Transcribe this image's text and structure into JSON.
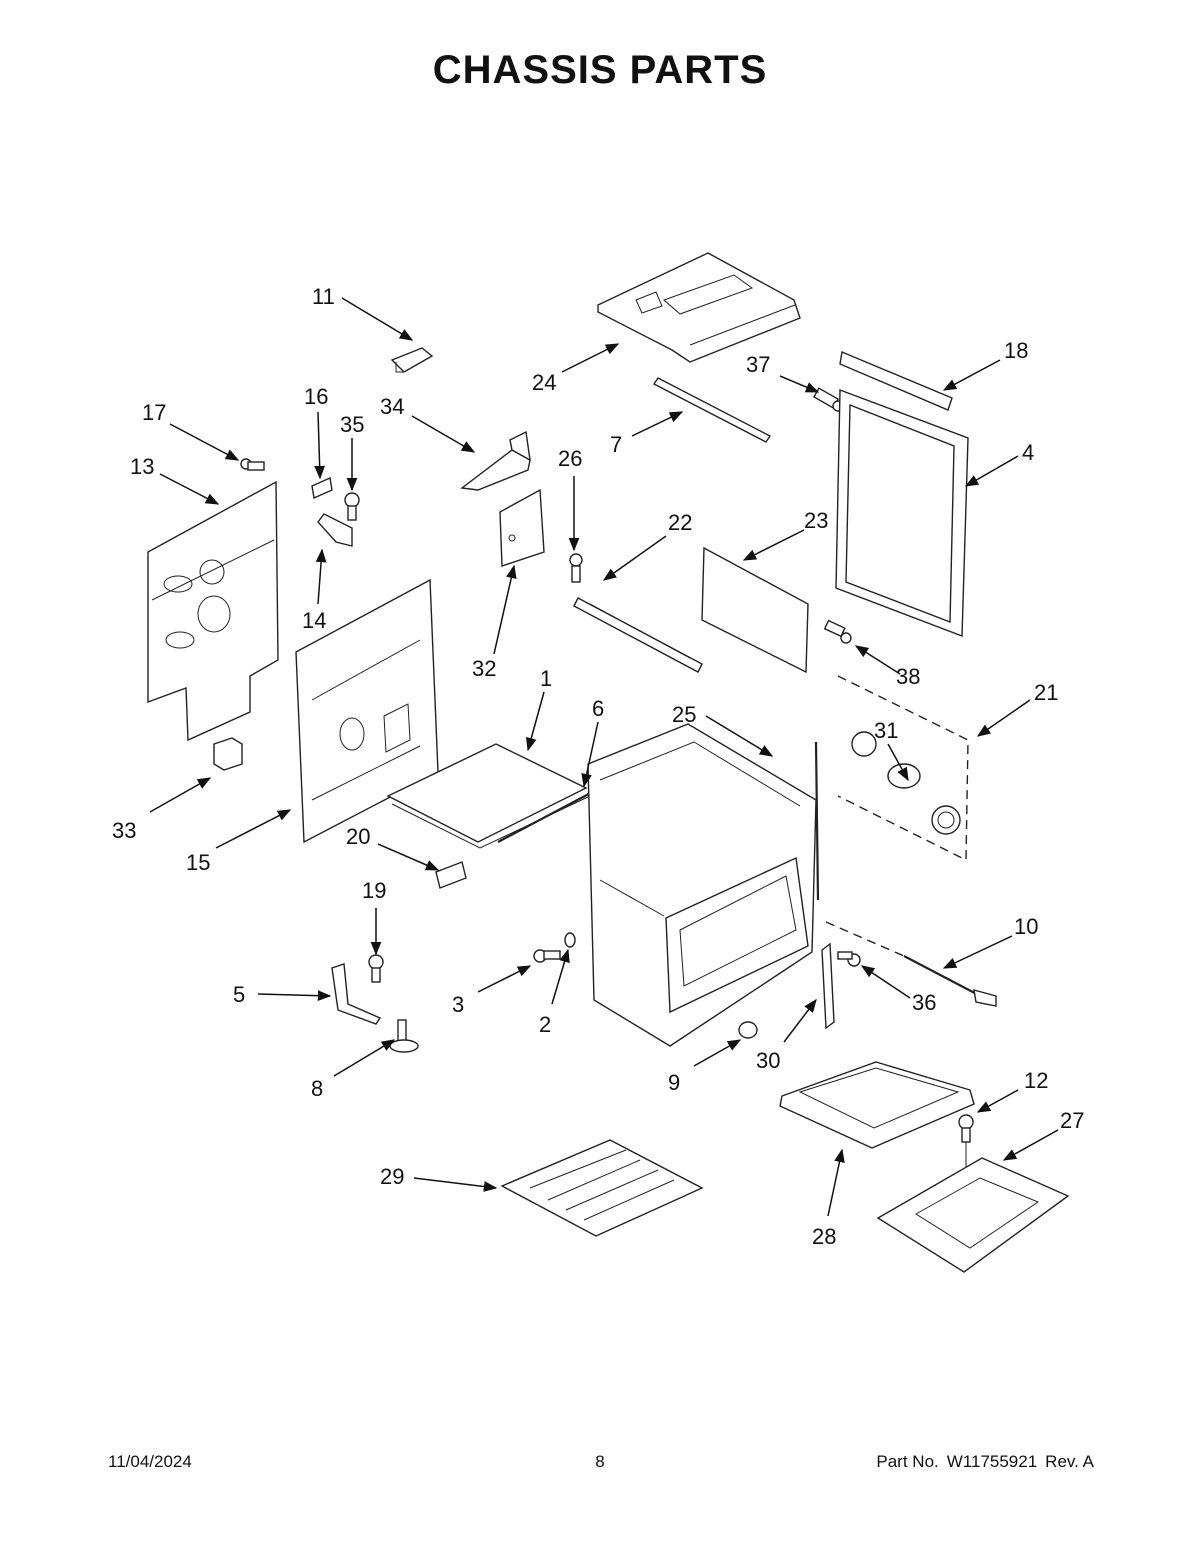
{
  "title": "CHASSIS PARTS",
  "footer": {
    "date": "11/04/2024",
    "page": "8",
    "part_label": "Part No.",
    "part_number": "W11755921",
    "revision": "Rev. A"
  },
  "callouts": [
    "1",
    "2",
    "3",
    "4",
    "5",
    "6",
    "7",
    "8",
    "9",
    "10",
    "11",
    "12",
    "13",
    "14",
    "15",
    "16",
    "17",
    "18",
    "19",
    "20",
    "21",
    "22",
    "23",
    "24",
    "25",
    "26",
    "27",
    "28",
    "29",
    "30",
    "31",
    "32",
    "33",
    "34",
    "35",
    "36",
    "37",
    "38"
  ]
}
